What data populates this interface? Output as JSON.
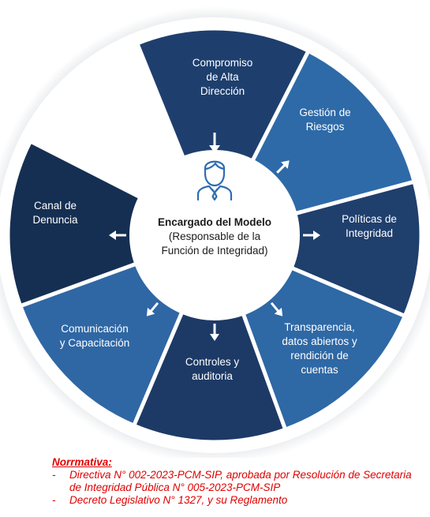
{
  "center": {
    "title": "Encargado del Modelo",
    "subtitle": "(Responsable de la\nFunción de Integridad)",
    "icon": "person-icon"
  },
  "segments": [
    {
      "label": "Compromiso\nde Alta\nDirección",
      "color": "#1e3f6e"
    },
    {
      "label": "Gestión de\nRiesgos",
      "color": "#2e6aa8"
    },
    {
      "label": "Políticas de\nIntegridad",
      "color": "#1f3f6d"
    },
    {
      "label": "Transparencia,\ndatos abiertos y\nrendición de\ncuentas",
      "color": "#2e68a5"
    },
    {
      "label": "Controles y\nauditoria",
      "color": "#1d3a66"
    },
    {
      "label": "Comunicación\ny Capacitación",
      "color": "#2f67a4"
    },
    {
      "label": "Canal de\nDenuncia",
      "color": "#152f52"
    }
  ],
  "notes": {
    "title": "Norrmativa:",
    "items": [
      "Directiva N° 002-2023-PCM-SIP, aprobada por Resolución de Secretaria de Integridad Pública N° 005-2023-PCM-SIP",
      "Decreto Legislativo N° 1327, y su Reglamento"
    ]
  }
}
